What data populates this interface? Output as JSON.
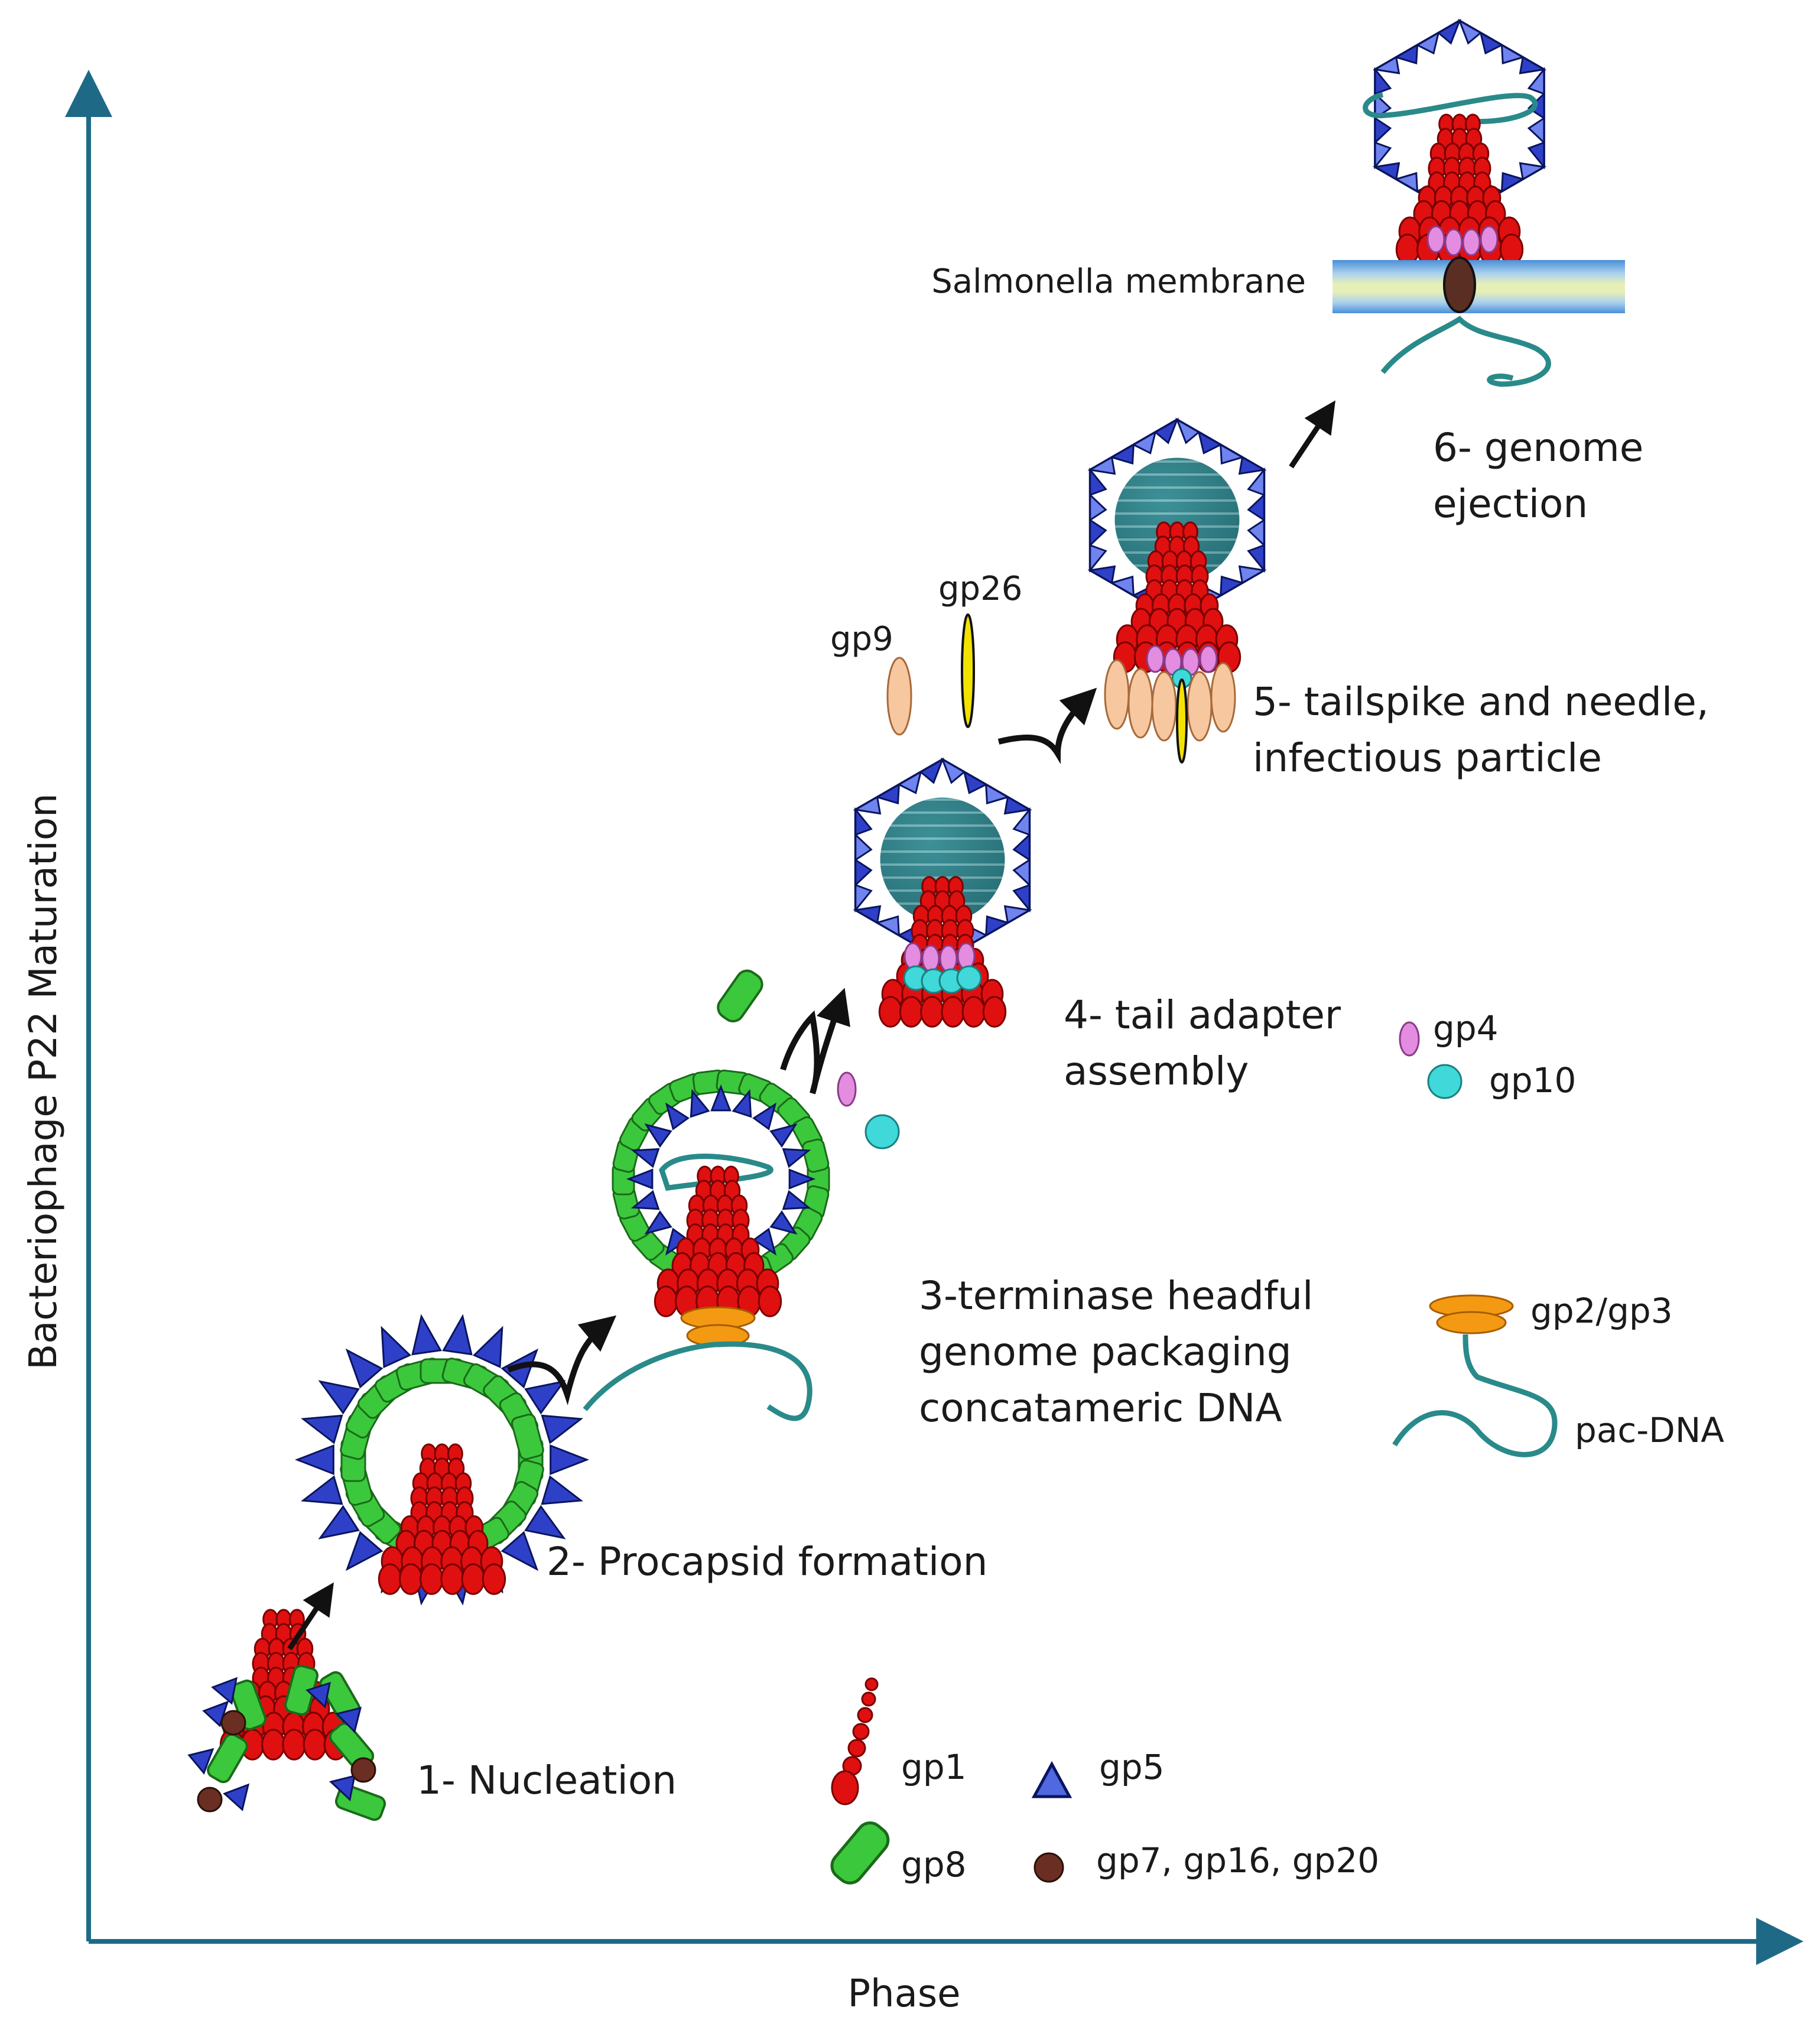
{
  "axes": {
    "x_label": "Phase",
    "y_label": "Bacteriophage P22 Maturation"
  },
  "stages": [
    {
      "id": 1,
      "lines": [
        "1- Nucleation"
      ]
    },
    {
      "id": 2,
      "lines": [
        "2- Procapsid formation"
      ]
    },
    {
      "id": 3,
      "lines": [
        "3-terminase headful",
        "genome packaging",
        "concatameric DNA"
      ]
    },
    {
      "id": 4,
      "lines": [
        "4- tail adapter",
        "assembly"
      ]
    },
    {
      "id": 5,
      "lines": [
        "5- tailspike and needle,",
        "infectious particle"
      ]
    },
    {
      "id": 6,
      "lines": [
        "6- genome",
        "ejection"
      ]
    }
  ],
  "labels": {
    "membrane": "Salmonella membrane",
    "gp9": "gp9",
    "gp26": "gp26",
    "gp4": "gp4",
    "gp10": "gp10",
    "gp2_gp3": "gp2/gp3",
    "pac_dna": "pac-DNA",
    "gp1": "gp1",
    "gp5": "gp5",
    "gp8": "gp8",
    "gp7_16_20": "gp7, gp16, gp20"
  },
  "colors": {
    "axis": "#1e6a86",
    "portal_red": "#e01010",
    "scaffold_green": "#3cc83c",
    "coat_blue": "#2233bb",
    "dna_teal": "#2a8a8a",
    "capsid_fill": "#2f7f86",
    "gp4_pink": "#e48ce0",
    "gp10_cyan": "#40d8d8",
    "terminase_orange": "#f39a12",
    "gp9_peach": "#f7c79f",
    "gp26_yellow": "#f2e200",
    "ejection_brown": "#5a2e22"
  }
}
